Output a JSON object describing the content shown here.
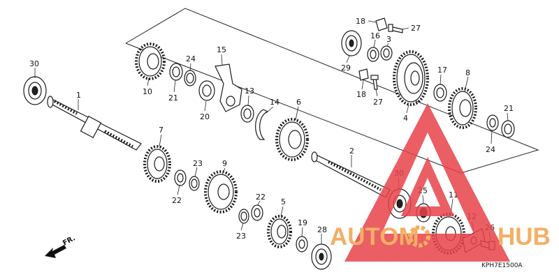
{
  "callouts": {
    "p30a": "30",
    "p1": "1",
    "p10": "10",
    "p21a": "21",
    "p24a": "24",
    "p15": "15",
    "p20": "20",
    "p13": "13",
    "p14": "14",
    "p6": "6",
    "p7": "7",
    "p22a": "22",
    "p23a": "23",
    "p9": "9",
    "p22b": "22",
    "p23b": "23",
    "p5": "5",
    "p19": "19",
    "p28": "28",
    "p2": "2",
    "p30b": "30",
    "p25": "25",
    "p11": "11",
    "p12": "12",
    "p26": "26",
    "p18a": "18",
    "p27a": "27",
    "p16": "16",
    "p3": "3",
    "p29": "29",
    "p18b": "18",
    "p27b": "27",
    "p4": "4",
    "p17": "17",
    "p8": "8",
    "p21b": "21",
    "p24b": "24"
  },
  "direction_label": "FR.",
  "diagram_code": "KPH7E1500A",
  "watermark": {
    "left": "AUTOM",
    "right": "HUB",
    "triangle_color": "#e8424a",
    "text_color": "#f3a24a"
  },
  "colors": {
    "ink": "#1a1a1a",
    "background": "#ffffff"
  }
}
